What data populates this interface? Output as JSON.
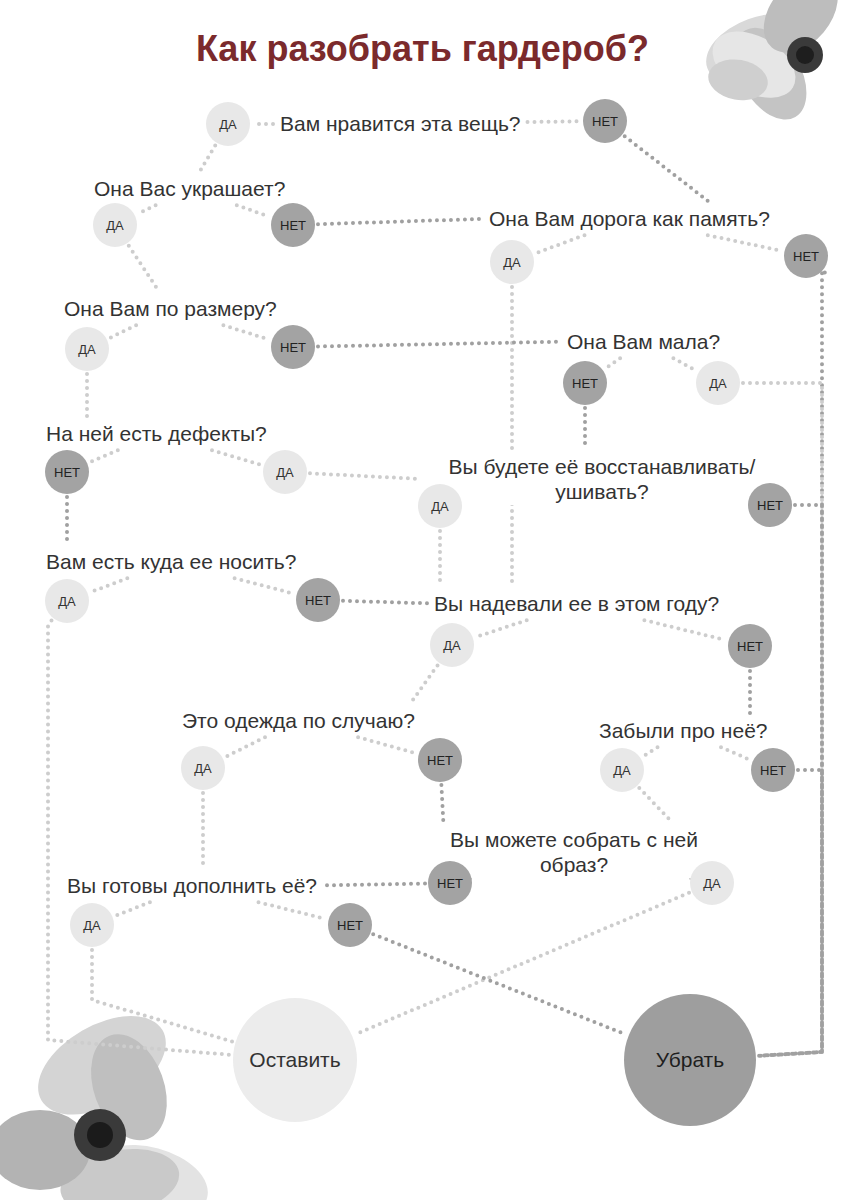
{
  "diagram": {
    "title": "Как разобрать гардероб?",
    "nodes": [
      {
        "text": [
          "Вам нравится эта вещь?"
        ]
      },
      {
        "text": [
          "ДА"
        ]
      },
      {
        "text": [
          "НЕТ"
        ]
      },
      {
        "text": [
          "Она Вас украшает?"
        ]
      },
      {
        "text": [
          "ДА"
        ]
      },
      {
        "text": [
          "НЕТ"
        ]
      },
      {
        "text": [
          "Она Вам дорога как память?"
        ]
      },
      {
        "text": [
          "ДА"
        ]
      },
      {
        "text": [
          "НЕТ"
        ]
      },
      {
        "text": [
          "Она Вам по размеру?"
        ]
      },
      {
        "text": [
          "ДА"
        ]
      },
      {
        "text": [
          "НЕТ"
        ]
      },
      {
        "text": [
          "Она Вам мала?"
        ]
      },
      {
        "text": [
          "НЕТ"
        ]
      },
      {
        "text": [
          "ДА"
        ]
      },
      {
        "text": [
          "На ней есть дефекты?"
        ]
      },
      {
        "text": [
          "НЕТ"
        ]
      },
      {
        "text": [
          "ДА"
        ]
      },
      {
        "text": [
          "Вы будете её восстанавливать/ ушивать?"
        ]
      },
      {
        "text": [
          "ДА"
        ]
      },
      {
        "text": [
          "НЕТ"
        ]
      },
      {
        "text": [
          "Вам есть куда ее носить?"
        ]
      },
      {
        "text": [
          "ДА"
        ]
      },
      {
        "text": [
          "НЕТ"
        ]
      },
      {
        "text": [
          "Вы надевали ее в этом году?"
        ]
      },
      {
        "text": [
          "ДА"
        ]
      },
      {
        "text": [
          "НЕТ"
        ]
      },
      {
        "text": [
          "Это одежда по случаю?"
        ]
      },
      {
        "text": [
          "ДА"
        ]
      },
      {
        "text": [
          "НЕТ"
        ]
      },
      {
        "text": [
          "Забыли про неё?"
        ]
      },
      {
        "text": [
          "ДА"
        ]
      },
      {
        "text": [
          "НЕТ"
        ]
      },
      {
        "text": [
          "Вы можете собрать с ней образ?"
        ]
      },
      {
        "text": [
          "НЕТ"
        ]
      },
      {
        "text": [
          "ДА"
        ]
      },
      {
        "text": [
          "Вы готовы дополнить её?"
        ]
      },
      {
        "text": [
          "ДА"
        ]
      },
      {
        "text": [
          "НЕТ"
        ]
      },
      {
        "text": [
          "Оставить"
        ]
      },
      {
        "text": [
          "Убрать"
        ]
      }
    ],
    "edges": [
      {
        "from": 0,
        "to": 1,
        "arrow": "none"
      },
      {
        "from": 0,
        "to": 2,
        "arrow": "none"
      },
      {
        "from": 1,
        "to": 3,
        "arrow": "none"
      },
      {
        "from": 2,
        "to": 6,
        "arrow": "none"
      },
      {
        "from": 3,
        "to": 4,
        "arrow": "none"
      },
      {
        "from": 3,
        "to": 5,
        "arrow": "none"
      },
      {
        "from": 4,
        "to": 9,
        "arrow": "none"
      },
      {
        "from": 5,
        "to": 6,
        "arrow": "none"
      },
      {
        "from": 6,
        "to": 7,
        "arrow": "none"
      },
      {
        "from": 6,
        "to": 8,
        "arrow": "none"
      },
      {
        "from": 7,
        "to": 24,
        "arrow": "none"
      },
      {
        "from": 8,
        "to": 40,
        "arrow": "none"
      },
      {
        "from": 9,
        "to": 10,
        "arrow": "none"
      },
      {
        "from": 9,
        "to": 11,
        "arrow": "none"
      },
      {
        "from": 10,
        "to": 15,
        "arrow": "none"
      },
      {
        "from": 11,
        "to": 12,
        "arrow": "none"
      },
      {
        "from": 12,
        "to": 13,
        "arrow": "none"
      },
      {
        "from": 12,
        "to": 14,
        "arrow": "none"
      },
      {
        "from": 13,
        "to": 18,
        "arrow": "none"
      },
      {
        "from": 14,
        "to": 40,
        "arrow": "none"
      },
      {
        "from": 15,
        "to": 16,
        "arrow": "none"
      },
      {
        "from": 15,
        "to": 17,
        "arrow": "none"
      },
      {
        "from": 16,
        "to": 21,
        "arrow": "none"
      },
      {
        "from": 17,
        "to": 18,
        "arrow": "none"
      },
      {
        "from": 18,
        "to": 19,
        "arrow": "none"
      },
      {
        "from": 18,
        "to": 20,
        "arrow": "none"
      },
      {
        "from": 19,
        "to": 24,
        "arrow": "none"
      },
      {
        "from": 20,
        "to": 40,
        "arrow": "none"
      },
      {
        "from": 21,
        "to": 22,
        "arrow": "none"
      },
      {
        "from": 21,
        "to": 23,
        "arrow": "none"
      },
      {
        "from": 22,
        "to": 39,
        "arrow": "none"
      },
      {
        "from": 23,
        "to": 24,
        "arrow": "none"
      },
      {
        "from": 24,
        "to": 25,
        "arrow": "none"
      },
      {
        "from": 24,
        "to": 26,
        "arrow": "none"
      },
      {
        "from": 25,
        "to": 27,
        "arrow": "none"
      },
      {
        "from": 26,
        "to": 30,
        "arrow": "none"
      },
      {
        "from": 27,
        "to": 28,
        "arrow": "none"
      },
      {
        "from": 27,
        "to": 29,
        "arrow": "none"
      },
      {
        "from": 28,
        "to": 36,
        "arrow": "none"
      },
      {
        "from": 29,
        "to": 33,
        "arrow": "none"
      },
      {
        "from": 30,
        "to": 31,
        "arrow": "none"
      },
      {
        "from": 30,
        "to": 32,
        "arrow": "none"
      },
      {
        "from": 31,
        "to": 33,
        "arrow": "none"
      },
      {
        "from": 32,
        "to": 40,
        "arrow": "none"
      },
      {
        "from": 33,
        "to": 34,
        "arrow": "none"
      },
      {
        "from": 33,
        "to": 35,
        "arrow": "none"
      },
      {
        "from": 34,
        "to": 36,
        "arrow": "none"
      },
      {
        "from": 35,
        "to": 39,
        "arrow": "none"
      },
      {
        "from": 36,
        "to": 37,
        "arrow": "none"
      },
      {
        "from": 36,
        "to": 38,
        "arrow": "none"
      },
      {
        "from": 37,
        "to": 39,
        "arrow": "none"
      },
      {
        "from": 38,
        "to": 40,
        "arrow": "none"
      }
    ]
  }
}
